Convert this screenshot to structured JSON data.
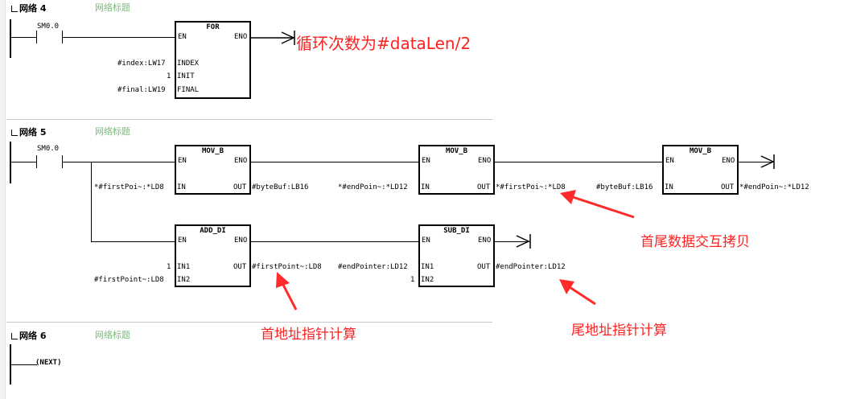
{
  "net4": {
    "label": "网络 4",
    "title": "网络标题",
    "contact": "SM0.0",
    "box_title": "FOR",
    "pins": [
      "EN",
      "ENO",
      "INDEX",
      "INIT",
      "FINAL"
    ],
    "params": [
      "#index:LW17",
      "1",
      "#final:LW19"
    ],
    "note": "循环次数为#dataLen/2"
  },
  "net5": {
    "label": "网络 5",
    "title": "网络标题",
    "contact": "SM0.0",
    "mov1": {
      "title": "MOV_B",
      "en": "EN",
      "eno": "ENO",
      "in": "IN",
      "out": "OUT",
      "in_param": "*#firstPoi~:*LD8",
      "out_param": "#byteBuf:LB16"
    },
    "mov2": {
      "title": "MOV_B",
      "en": "EN",
      "eno": "ENO",
      "in": "IN",
      "out": "OUT",
      "in_param": "*#endPoin~:*LD12",
      "out_param": "*#firstPoi~:*LD8"
    },
    "mov3": {
      "title": "MOV_B",
      "en": "EN",
      "eno": "ENO",
      "in": "IN",
      "out": "OUT",
      "in_param": "#byteBuf:LB16",
      "out_param": "*#endPoin~:*LD12"
    },
    "add": {
      "title": "ADD_DI",
      "en": "EN",
      "eno": "ENO",
      "in1": "IN1",
      "in2": "IN2",
      "out": "OUT",
      "in1_param": "1",
      "in2_param": "#firstPoint~:LD8",
      "out_param": "#firstPoint~:LD8"
    },
    "sub": {
      "title": "SUB_DI",
      "en": "EN",
      "eno": "ENO",
      "in1": "IN1",
      "in2": "IN2",
      "out": "OUT",
      "in1_param": "#endPointer:LD12",
      "in2_param": "1",
      "out_param": "#endPointer:LD12"
    },
    "note_swap": "首尾数据交互拷贝",
    "note_first": "首地址指针计算",
    "note_end": "尾地址指针计算"
  },
  "net6": {
    "label": "网络 6",
    "title": "网络标题",
    "coil": "NEXT"
  },
  "colors": {
    "annotation": "#ff2020",
    "title": "#7cb87c"
  }
}
